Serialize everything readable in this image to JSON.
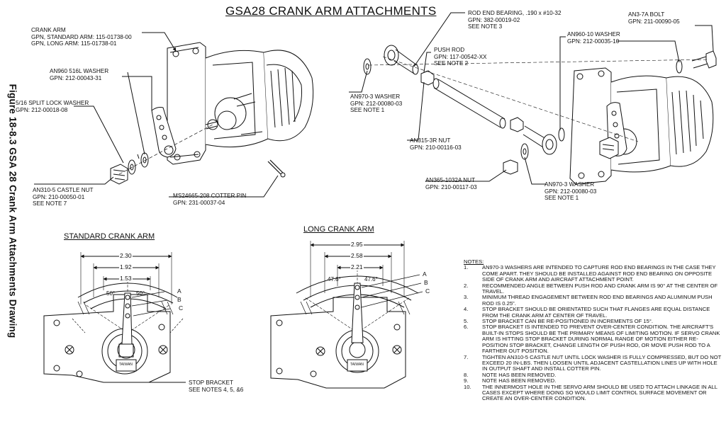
{
  "title": "GSA28 CRANK ARM ATTACHMENTS",
  "side_caption": "Figure 18-8.3  GSA 28 Crank Arm Attachments Drawing",
  "callouts": {
    "crank_arm": [
      "CRANK ARM",
      "GPN, STANDARD ARM: 115-01738-00",
      "GPN, LONG ARM: 115-01738-01"
    ],
    "an960_516l_washer": [
      "AN960 516L WASHER",
      "GPN: 212-00043-31"
    ],
    "split_lock_washer": [
      "5/16 SPLIT LOCK WASHER",
      "GPN: 212-00018-08"
    ],
    "castle_nut": [
      "AN310-5 CASTLE NUT",
      "GPN: 210-00050-01",
      "SEE NOTE 7"
    ],
    "cotter_pin": [
      "MS24665-208 COTTER PIN",
      "GPN: 231-00037-04"
    ],
    "rod_end_bearing": [
      "ROD END BEARING, .190 x #10-32",
      "GPN: 382-00019-02",
      "SEE NOTE 3"
    ],
    "push_rod": [
      "PUSH ROD",
      "GPN: 117-00542-XX",
      "SEE NOTE 2"
    ],
    "an970_washer_top": [
      "AN970-3 WASHER",
      "GPN: 212-00080-03",
      "SEE NOTE 1"
    ],
    "an315_nut": [
      "AN315-3R NUT",
      "GPN: 210-00116-03"
    ],
    "an365_nut": [
      "AN365-1032A NUT",
      "GPN: 210-00117-03"
    ],
    "an970_washer_bottom": [
      "AN970-3 WASHER",
      "GPN: 212-00080-03",
      "SEE NOTE 1"
    ],
    "an3_bolt": [
      "AN3-7A BOLT",
      "GPN: 211-00090-05"
    ],
    "an960_10_washer": [
      "AN960-10 WASHER",
      "GPN: 212-00035-10"
    ],
    "stop_bracket": [
      "STOP BRACKET",
      "SEE NOTES 4, 5, &6"
    ]
  },
  "standard_arm": {
    "title": "STANDARD CRANK ARM",
    "dims": [
      "2.30",
      "1.92",
      "1.53"
    ],
    "angle": "50°",
    "holes": [
      "A",
      "B",
      "C"
    ],
    "label": "TAIWAN"
  },
  "long_arm": {
    "title": "LONG CRANK ARM",
    "dims": [
      "2.95",
      "2.58",
      "2.21"
    ],
    "angle": "47.6°",
    "holes": [
      "A",
      "B",
      "C"
    ],
    "label": "TAIWAN"
  },
  "notes": {
    "header": "NOTES:",
    "items": [
      {
        "num": "1.",
        "text": "AN970-3 WASHERS ARE INTENDED TO CAPTURE ROD END BEARINGS IN THE CASE THEY COME APART.  THEY SHOULD BE INSTALLED AGAINST ROD END BEARING ON OPPOSITE SIDE OF CRANK ARM AND AIRCRAFT ATTACHMENT POINT."
      },
      {
        "num": "2.",
        "text": "RECOMMENDED ANGLE BETWEEN PUSH ROD AND CRANK ARM IS 90° AT THE CENTER OF TRAVEL."
      },
      {
        "num": "3.",
        "text": "MINIMUM THREAD ENGAGEMENT BETWEEN ROD END BEARINGS AND ALUMINUM PUSH ROD IS 0.25\"."
      },
      {
        "num": "4.",
        "text": "STOP BRACKET SHOULD BE ORIENTATED SUCH THAT FLANGES ARE EQUAL DISTANCE FROM THE CRANK ARM AT CENTER OF TRAVEL."
      },
      {
        "num": "5.",
        "text": "STOP BRACKET CAN BE RE-POSITIONED IN INCREMENTS OF 15°."
      },
      {
        "num": "6.",
        "text": "STOP BRACKET IS INTENDED TO PREVENT OVER-CENTER CONDITION.  THE AIRCRAFT'S BUILT-IN STOPS SHOULD BE THE PRIMARY MEANS OF LIMITING MOTION.  IF SERVO CRANK ARM IS HITTING STOP BRACKET DURING NORMAL RANGE OF MOTION EITHER RE-POSITION STOP BRACKET, CHANGE LENGTH OF PUSH ROD, OR MOVE PUSH ROD TO A FARTHER OUT POSITION."
      },
      {
        "num": "7.",
        "text": "TIGHTEN AN310-5 CASTLE NUT UNTIL LOCK WASHER IS FULLY COMPRESSED, BUT DO NOT EXCEED 20 IN-LBS.  THEN LOOSEN UNTIL ADJACENT CASTELLATION LINES UP WITH HOLE IN OUTPUT SHAFT AND INSTALL COTTER PIN."
      },
      {
        "num": "8.",
        "text": "NOTE HAS BEEN REMOVED."
      },
      {
        "num": "9.",
        "text": "NOTE HAS BEEN REMOVED."
      },
      {
        "num": "10.",
        "text": "THE INNERMOST HOLE IN THE SERVO ARM SHOULD BE USED TO ATTACH LINKAGE IN ALL CASES EXCEPT WHERE DOING SO WOULD LIMIT CONTROL SURFACE MOVEMENT OR CREATE AN OVER-CENTER CONDITION."
      }
    ]
  }
}
